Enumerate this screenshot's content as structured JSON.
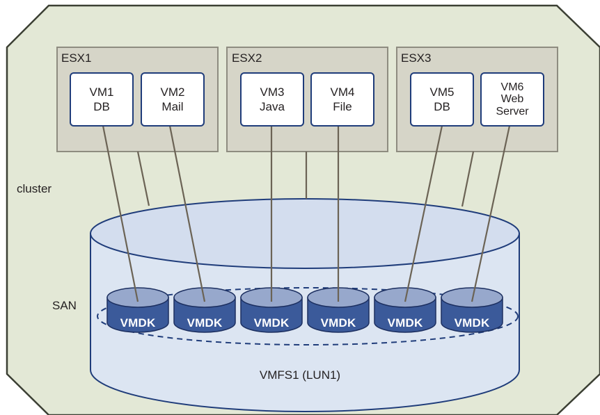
{
  "cluster_label": "cluster",
  "san_label": "SAN",
  "datastore_label": "VMFS1 (LUN1)",
  "hosts": [
    {
      "name": "ESX1",
      "vms": [
        {
          "name": "VM1",
          "role": [
            "DB"
          ]
        },
        {
          "name": "VM2",
          "role": [
            "Mail"
          ]
        }
      ]
    },
    {
      "name": "ESX2",
      "vms": [
        {
          "name": "VM3",
          "role": [
            "Java"
          ]
        },
        {
          "name": "VM4",
          "role": [
            "File"
          ]
        }
      ]
    },
    {
      "name": "ESX3",
      "vms": [
        {
          "name": "VM5",
          "role": [
            "DB"
          ]
        },
        {
          "name": "VM6",
          "role": [
            "Web",
            "Server"
          ]
        }
      ]
    }
  ],
  "disks": [
    "VMDK",
    "VMDK",
    "VMDK",
    "VMDK",
    "VMDK",
    "VMDK"
  ],
  "colors": {
    "cluster_fill": "#e3e8d6",
    "cluster_stroke": "#3b3f33",
    "host_fill": "#d6d5c8",
    "host_stroke": "#8e8c80",
    "vm_border": "#1f3c7a",
    "san_fill": "#dce5f2",
    "san_stroke": "#1f3c7a",
    "disk_body": "#3b5a9a",
    "disk_top": "#97a8cc",
    "link_line": "#6b6355"
  }
}
